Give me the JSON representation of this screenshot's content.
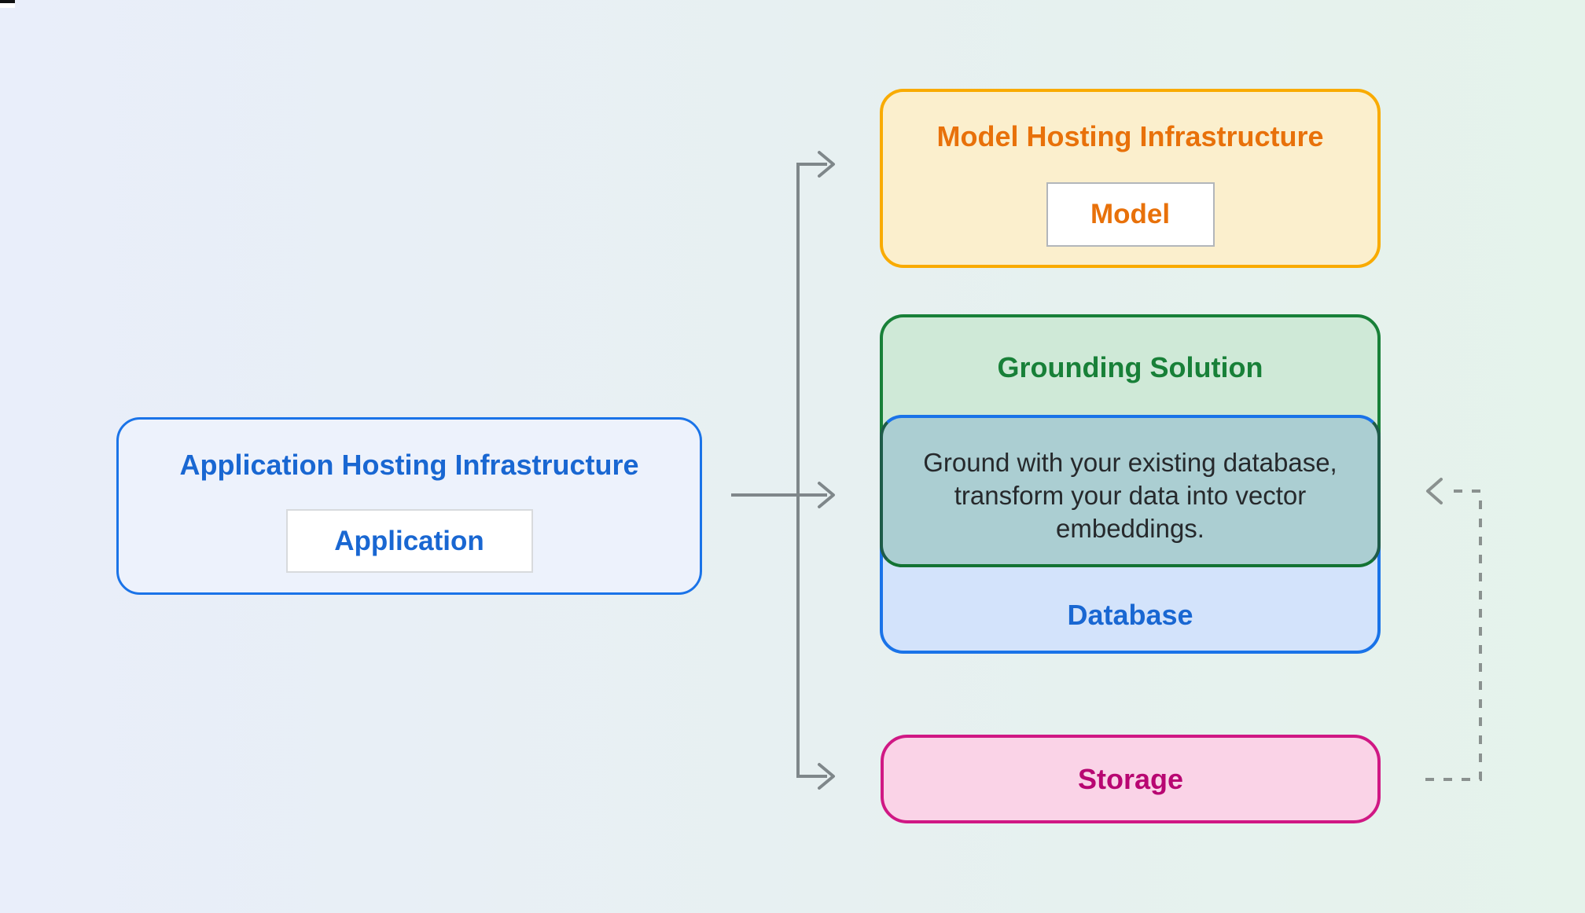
{
  "diagram": {
    "nodes": {
      "app": {
        "title": "Application Hosting Infrastructure",
        "chip": "Application"
      },
      "model": {
        "title": "Model Hosting Infrastructure",
        "chip": "Model"
      },
      "grounding": {
        "title": "Grounding Solution",
        "description": "Ground with your existing database,\ntransform your data into vector\nembeddings."
      },
      "database": {
        "label": "Database"
      },
      "storage": {
        "label": "Storage"
      }
    },
    "connections": [
      {
        "from": "application-hosting-infrastructure",
        "to": "model-hosting-infrastructure",
        "style": "solid-arrow"
      },
      {
        "from": "application-hosting-infrastructure",
        "to": "grounding-solution",
        "style": "solid-arrow"
      },
      {
        "from": "application-hosting-infrastructure",
        "to": "storage",
        "style": "solid-arrow"
      },
      {
        "from": "storage",
        "to": "grounding-solution",
        "style": "dashed-arrow"
      }
    ],
    "colors": {
      "background_left": "#E9EEFA",
      "background_right": "#E5F3EB",
      "blue_border": "#1A73E8",
      "blue_text": "#1967D2",
      "blue_fill": "#D3E3FB",
      "app_fill": "#EDF2FC",
      "orange_border": "#F9AB00",
      "orange_text": "#E8710A",
      "orange_fill": "#FBEFCD",
      "green_border": "#188038",
      "green_fill": "#CFE9D7",
      "teal_fill": "#ABCED2",
      "pink_border": "#D01884",
      "pink_text": "#B80672",
      "pink_fill": "#FAD3E7",
      "arrow_gray": "#7F878A",
      "dashed_gray": "#8A918F"
    }
  }
}
